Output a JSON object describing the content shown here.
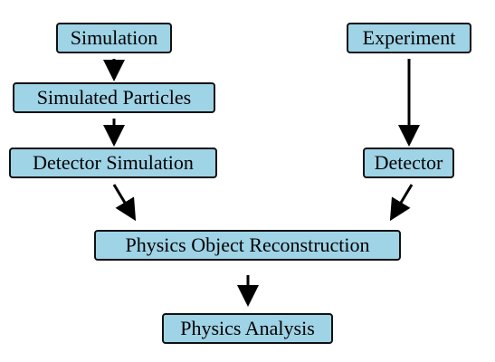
{
  "colors": {
    "node_fill": "#9fd3e6",
    "node_stroke": "#111111",
    "arrow": "#000000"
  },
  "nodes": {
    "simulation": "Simulation",
    "experiment": "Experiment",
    "simulated_particles": "Simulated Particles",
    "detector_simulation": "Detector Simulation",
    "detector": "Detector",
    "reconstruction": "Physics Object Reconstruction",
    "analysis": "Physics Analysis"
  },
  "edges": [
    {
      "from": "simulation",
      "to": "simulated_particles"
    },
    {
      "from": "simulated_particles",
      "to": "detector_simulation"
    },
    {
      "from": "experiment",
      "to": "detector"
    },
    {
      "from": "detector_simulation",
      "to": "reconstruction"
    },
    {
      "from": "detector",
      "to": "reconstruction"
    },
    {
      "from": "reconstruction",
      "to": "analysis"
    }
  ]
}
